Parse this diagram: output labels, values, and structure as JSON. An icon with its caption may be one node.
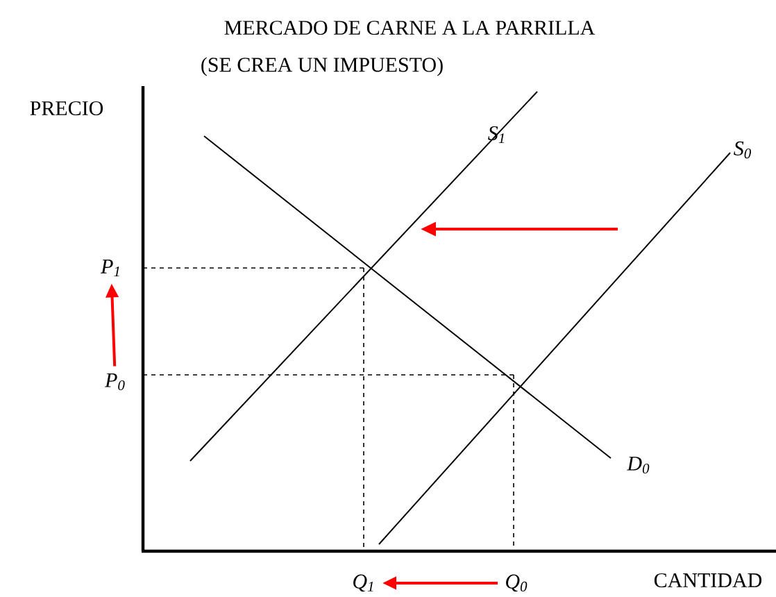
{
  "diagram": {
    "nodes": [
      {
        "text": [
          "P$_{1}$"
        ]
      },
      {
        "text": [
          "P$_{0}$"
        ]
      },
      {
        "text": [
          "Q$_{1}$"
        ]
      },
      {
        "text": [
          "Q$_{0}$"
        ]
      }
    ],
    "edges": [
      {
        "from": 1,
        "to": 0,
        "arrow": "to"
      },
      {
        "from": 3,
        "to": 2,
        "arrow": "to"
      }
    ],
    "labels": [
      "MERCADO DE CARNE A LA PARRILLA",
      "(SE CREA UN IMPUESTO)",
      "PRECIO",
      "S$_{1}$",
      "S$_{0}$",
      "D$_{0}$",
      "CANTIDAD"
    ]
  }
}
